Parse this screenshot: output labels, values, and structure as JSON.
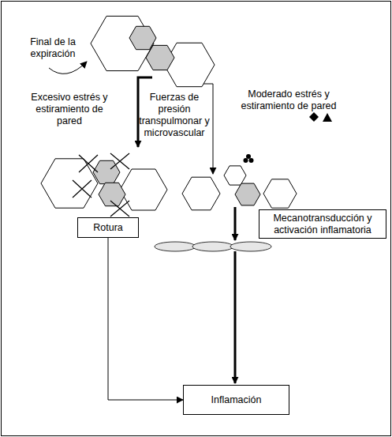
{
  "diagram": {
    "nodes": [
      {
        "text": [
          "Rotura"
        ]
      },
      {
        "text": [
          "Mecanotransducción y activación inflamatoria"
        ]
      },
      {
        "text": [
          "Inflamación"
        ]
      }
    ],
    "edges": [
      {
        "from": 0,
        "to": 2,
        "arrow": "to"
      }
    ],
    "labels": [
      "Final de la expiración",
      "Excesivo estrés y estiramiento de pared",
      "Fuerzas de presión transpulmonar y microvascular",
      "Moderado estrés y estiramiento de pared"
    ]
  }
}
